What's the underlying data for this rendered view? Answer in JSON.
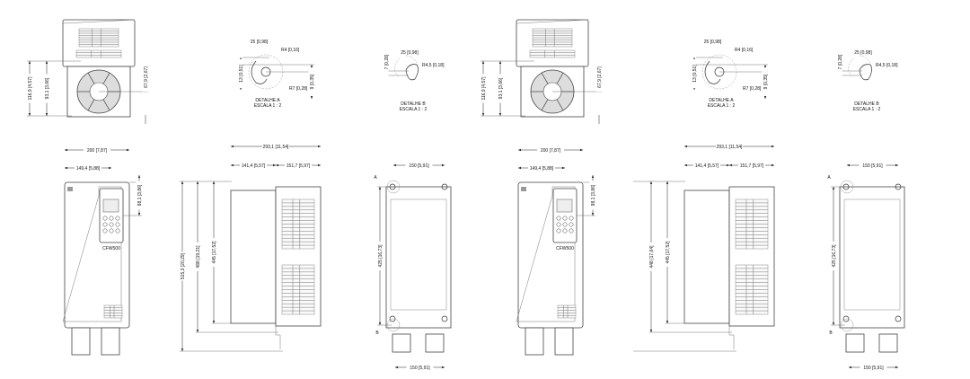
{
  "sheets": [
    {
      "top_view": {
        "dims": [
          "116,9 [4,57]",
          "93,1 [3,66]",
          "67,9 [2,67]"
        ]
      },
      "detail_a": {
        "title": "DETALHE A",
        "scale": "ESCALA 1 : 2",
        "dims": [
          "25 [0,98]",
          "R4 [0,16]",
          "13 [0,51]",
          "R7 [0,28]",
          "9 [0,35]"
        ]
      },
      "detail_b": {
        "title": "DETALHE B",
        "scale": "ESCALA 1 : 2",
        "dims": [
          "7 [0,28]",
          "25 [0,98]",
          "R4,5 [0,18]"
        ]
      },
      "front_view": {
        "dims": [
          "200 [7,87]",
          "149,4 [5,88]",
          "98,1 [3,86]"
        ],
        "brand": "CFW500"
      },
      "side_view": {
        "dims": [
          "293,1 [11,54]",
          "141,4 [5,57]",
          "151,7 [5,97]",
          "515,3 [20,29]",
          "488 [19,21]",
          "445 [17,52]"
        ]
      },
      "back_view": {
        "dims": [
          "150 [5,91]",
          "425 [16,73]",
          "150 [5,91]"
        ],
        "callouts": [
          "A",
          "B"
        ]
      }
    },
    {
      "top_view": {
        "dims": [
          "116,9 [4,57]",
          "93,1 [3,66]",
          "67,9 [2,67]"
        ]
      },
      "detail_a": {
        "title": "DETALHE A",
        "scale": "ESCALA 1 : 2",
        "dims": [
          "25 [0,98]",
          "R4 [0,16]",
          "13 [0,51]",
          "R7 [0,28]",
          "9 [0,35]"
        ]
      },
      "detail_b": {
        "title": "DETALHE B",
        "scale": "ESCALA 1 : 2",
        "dims": [
          "7 [0,28]",
          "25 [0,98]",
          "R4,5 [0,18]"
        ]
      },
      "front_view": {
        "dims": [
          "200 [7,87]",
          "149,4 [5,88]",
          "98,1 [3,86]"
        ],
        "brand": "CFW500"
      },
      "side_view": {
        "dims": [
          "293,1 [11,54]",
          "141,4 [5,57]",
          "151,7 [5,97]",
          "448 [17,64]",
          "445 [17,52]"
        ]
      },
      "back_view": {
        "dims": [
          "150 [5,91]",
          "425 [16,73]",
          "150 [5,91]"
        ],
        "callouts": [
          "A",
          "B"
        ]
      }
    }
  ]
}
